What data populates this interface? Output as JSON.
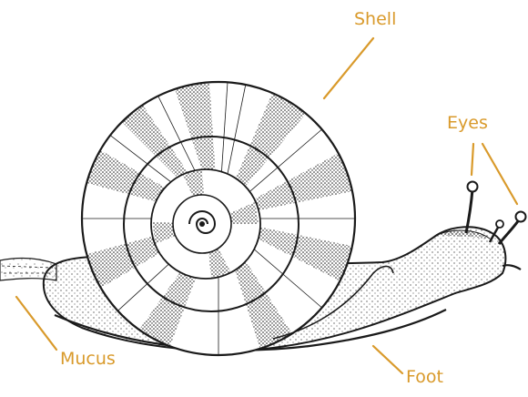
{
  "labels": {
    "shell": "Shell",
    "eyes": "Eyes",
    "mucus": "Mucus",
    "foot": "Foot"
  },
  "colors": {
    "label": "#d99a2b",
    "leader": "#d99a2b",
    "ink": "#1a1a1a"
  }
}
